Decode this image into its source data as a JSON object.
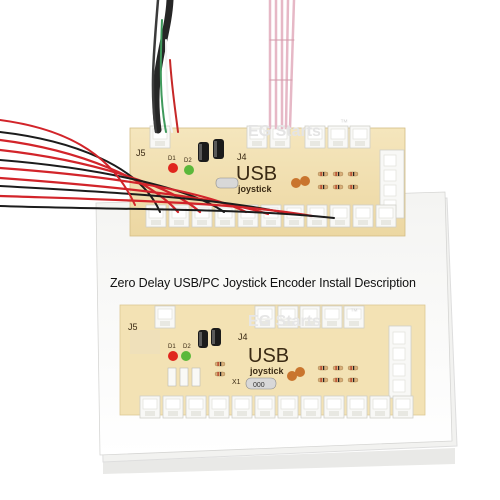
{
  "photo": {
    "instruction_sheet": {
      "title": "Zero Delay USB/PC Joystick Encoder Install Description"
    },
    "board_top": {
      "watermark": "EG Starts",
      "trademark": "™",
      "usb_label": "USB",
      "joystick_label": "joystick",
      "connector_j5": "J5",
      "connector_j4": "J4",
      "diode_d1": "D1",
      "diode_d2": "D2"
    },
    "board_diagram": {
      "watermark": "EG Starts",
      "trademark": "™",
      "usb_label": "USB",
      "joystick_label": "joystick",
      "connector_j5": "J5",
      "connector_j4": "J4",
      "diode_d1": "D1",
      "diode_d2": "D2",
      "crystal_label": "X1",
      "crystal_marking": "000"
    },
    "colors": {
      "pcb": "#f1dfb0",
      "connector": "#f7f7f4",
      "wire_red": "#d2242a",
      "wire_black": "#1c1c1c",
      "cable_pink": "#e6b8c6",
      "led_red": "#e0261d",
      "led_green": "#5bb83a"
    }
  }
}
